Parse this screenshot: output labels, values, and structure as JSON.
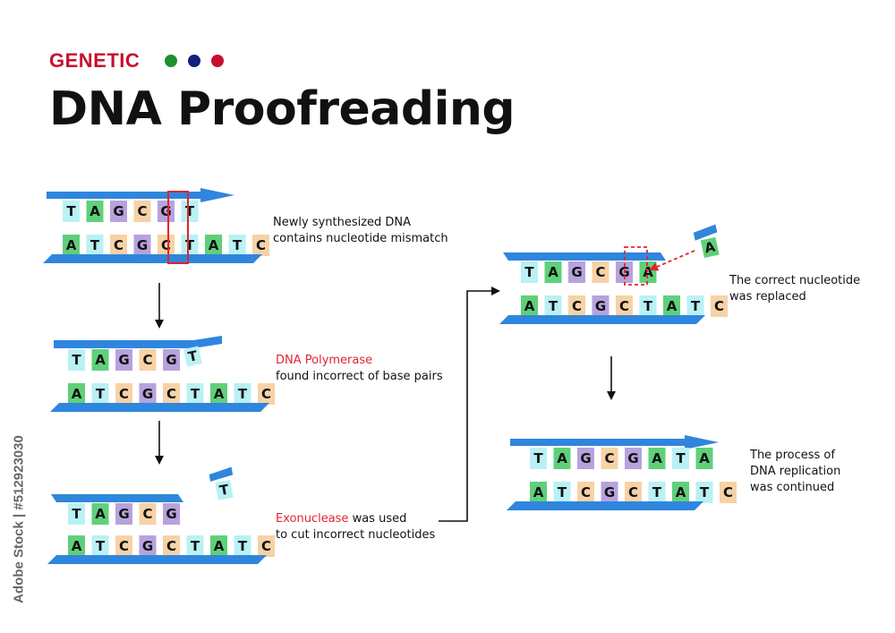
{
  "header": {
    "category": "GENETIC",
    "title": "DNA Proofreading",
    "dots": [
      "#1e8f2a",
      "#12207a",
      "#c8102e"
    ]
  },
  "colors": {
    "strand": "#2f86dd",
    "A": "#5fd07a",
    "T": "#b9f1f4",
    "C": "#f7d2a6",
    "G": "#b7a2dd",
    "mismatch_box": "#e3242b"
  },
  "steps": [
    {
      "caption_lines": [
        "Newly synthesized DNA",
        "contains nucleotide mismatch"
      ],
      "top_bases": [
        "T",
        "A",
        "G",
        "C",
        "G",
        "T"
      ],
      "bottom_bases": [
        "A",
        "T",
        "C",
        "G",
        "C",
        "T",
        "A",
        "T",
        "C"
      ]
    },
    {
      "caption_highlight": "DNA Polymerase",
      "caption_rest": "found incorrect of base pairs",
      "top_bases": [
        "T",
        "A",
        "G",
        "C",
        "G"
      ],
      "loose_base": "T",
      "bottom_bases": [
        "A",
        "T",
        "C",
        "G",
        "C",
        "T",
        "A",
        "T",
        "C"
      ]
    },
    {
      "caption_highlight": "Exonuclease",
      "caption_suffix": " was used",
      "caption_line2": "to cut incorrect nucleotides",
      "top_bases": [
        "T",
        "A",
        "G",
        "C",
        "G"
      ],
      "loose_base": "T",
      "bottom_bases": [
        "A",
        "T",
        "C",
        "G",
        "C",
        "T",
        "A",
        "T",
        "C"
      ]
    },
    {
      "caption_lines": [
        "The correct nucleotide",
        "was replaced"
      ],
      "top_bases": [
        "T",
        "A",
        "G",
        "C",
        "G",
        "A"
      ],
      "incoming_base": "A",
      "bottom_bases": [
        "A",
        "T",
        "C",
        "G",
        "C",
        "T",
        "A",
        "T",
        "C"
      ]
    },
    {
      "caption_lines": [
        "The process of",
        "DNA replication",
        "was continued"
      ],
      "top_bases": [
        "T",
        "A",
        "G",
        "C",
        "G",
        "A",
        "T",
        "A"
      ],
      "bottom_bases": [
        "A",
        "T",
        "C",
        "G",
        "C",
        "T",
        "A",
        "T",
        "C"
      ]
    }
  ],
  "watermark": "Adobe Stock | #512923030"
}
